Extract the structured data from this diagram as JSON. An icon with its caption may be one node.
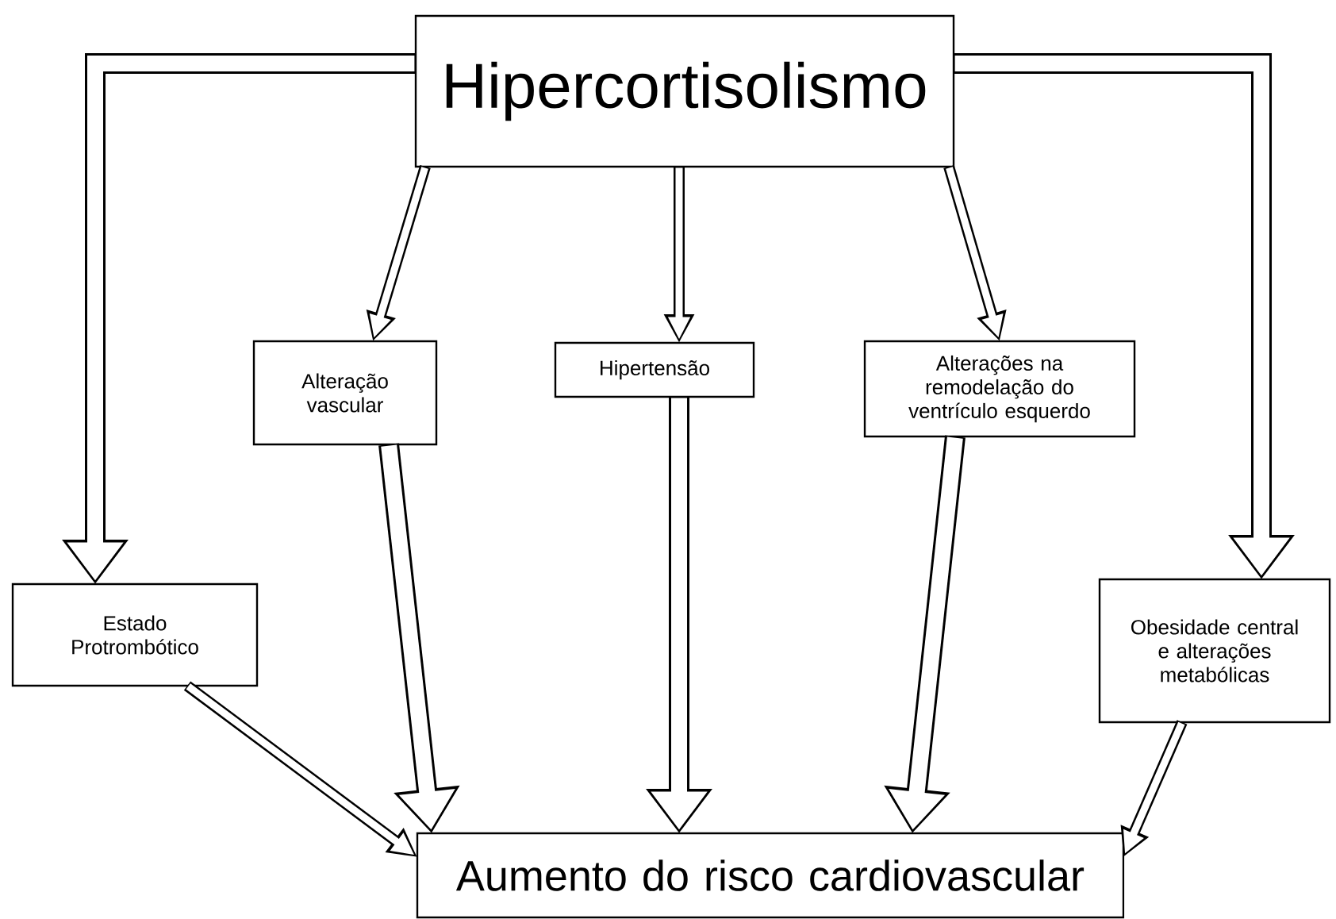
{
  "diagram": {
    "nodes": [
      {
        "text": [
          "Hipercortisolismo"
        ]
      },
      {
        "text": [
          "Alteração vascular"
        ]
      },
      {
        "text": [
          "Hipertensão"
        ]
      },
      {
        "text": [
          "Alterações na remodelação do ventrículo esquerdo"
        ]
      },
      {
        "text": [
          "Estado Protrombótico"
        ]
      },
      {
        "text": [
          "Obesidade central e alterações metabólicas"
        ]
      },
      {
        "text": [
          "Aumento do risco cardiovascular"
        ]
      }
    ],
    "edges": [
      {
        "from": 0,
        "to": 4,
        "arrow": "to",
        "style": "thick"
      },
      {
        "from": 0,
        "to": 1,
        "arrow": "to"
      },
      {
        "from": 0,
        "to": 2,
        "arrow": "to"
      },
      {
        "from": 0,
        "to": 3,
        "arrow": "to"
      },
      {
        "from": 0,
        "to": 5,
        "arrow": "to",
        "style": "thick"
      },
      {
        "from": 1,
        "to": 6,
        "arrow": "to",
        "style": "thick"
      },
      {
        "from": 2,
        "to": 6,
        "arrow": "to",
        "style": "thick"
      },
      {
        "from": 3,
        "to": 6,
        "arrow": "to",
        "style": "thick"
      },
      {
        "from": 4,
        "to": 6,
        "arrow": "to"
      },
      {
        "from": 5,
        "to": 6,
        "arrow": "to"
      }
    ]
  }
}
